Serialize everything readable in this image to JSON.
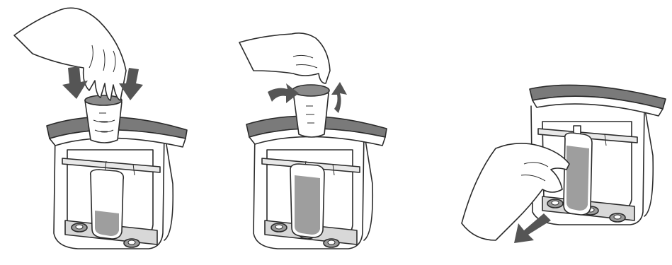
{
  "figure": {
    "kind": "step-by-step illustration",
    "steps": [
      {
        "step": 1,
        "action": "insert-filling-cup"
      },
      {
        "step": 2,
        "action": "twist-lock-cup"
      },
      {
        "step": 3,
        "action": "remove-filled-pouch"
      }
    ]
  },
  "colors": {
    "line": "#2b2b2b",
    "rim_gray": "#7a7a7a",
    "arrow_gray": "#555555",
    "food_gray": "#9e9e9e",
    "body_white": "#ffffff"
  }
}
